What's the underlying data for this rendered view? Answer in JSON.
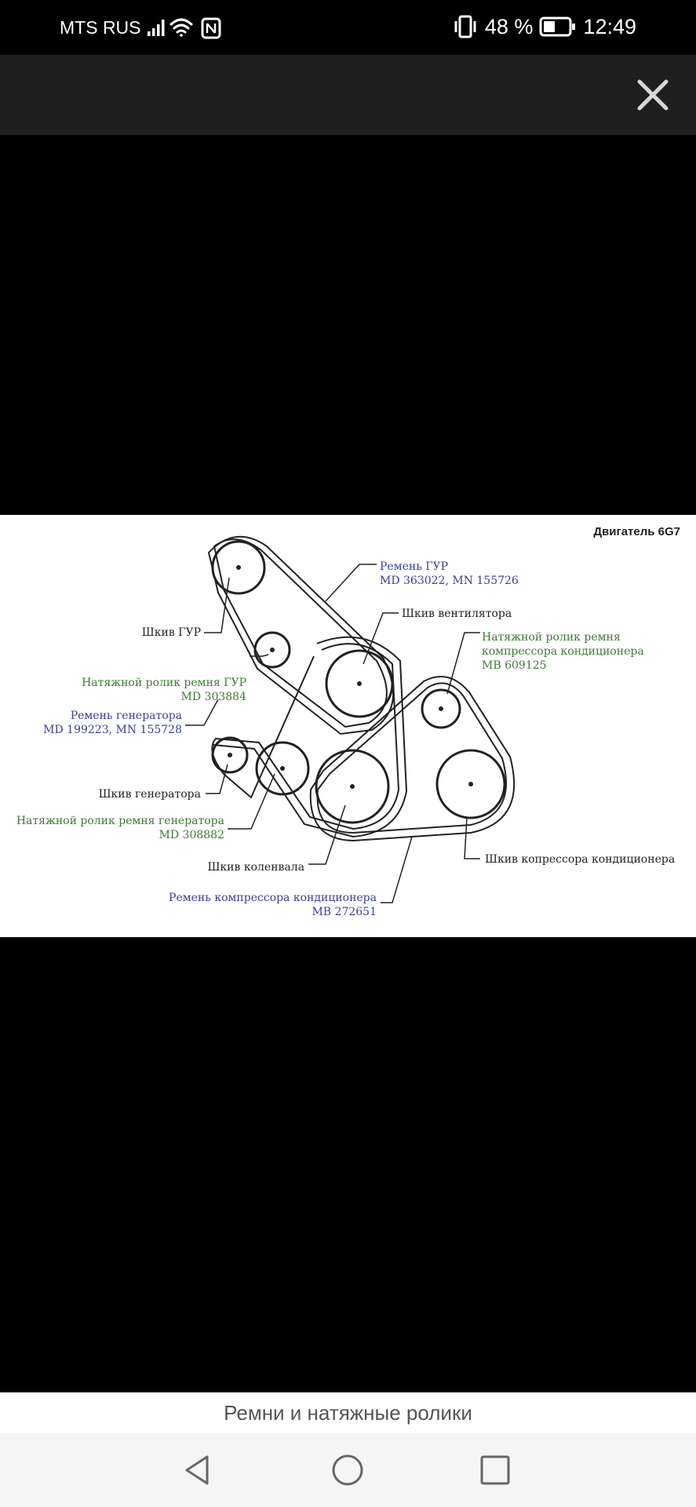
{
  "status_bar": {
    "carrier": "MTS RUS",
    "battery_percent": "48 %",
    "battery_level": 0.48,
    "time": "12:49",
    "icons": [
      "signal-icon",
      "wifi-icon",
      "nfc-icon",
      "vibrate-icon",
      "battery-icon"
    ]
  },
  "viewer": {
    "close_icon": "close-icon"
  },
  "diagram": {
    "engine_title": "Двигатель 6G7",
    "labels": {
      "belt_ps": [
        "Ремень ГУР",
        "MD 363022, MN 155726"
      ],
      "ps_pulley": "Шкив ГУР",
      "fan_pulley": "Шкив вентилятора",
      "ac_tensioner": [
        "Натяжной ролик ремня",
        "компрессора кондиционера",
        "MB 609125"
      ],
      "ps_tensioner": [
        "Натяжной ролик ремня ГУР",
        "MD 303884"
      ],
      "alt_belt": [
        "Ремень генератора",
        "MD 199223, MN 155728"
      ],
      "alt_pulley": "Шкив генератора",
      "alt_tensioner": [
        "Натяжной ролик ремня генератора",
        "MD 308882"
      ],
      "crank_pulley": "Шкив коленвала",
      "ac_belt": [
        "Ремень компрессора кондиционера",
        "MB 272651"
      ],
      "ac_pulley": "Шкив копрессора кондиционера"
    },
    "colors": {
      "black": "#2a2a2a",
      "blue": "#3b3f9e",
      "green": "#3f7a35"
    }
  },
  "caption": "Ремни и натяжные ролики",
  "nav": {
    "back": "back-icon",
    "home": "home-icon",
    "recents": "recents-icon"
  }
}
